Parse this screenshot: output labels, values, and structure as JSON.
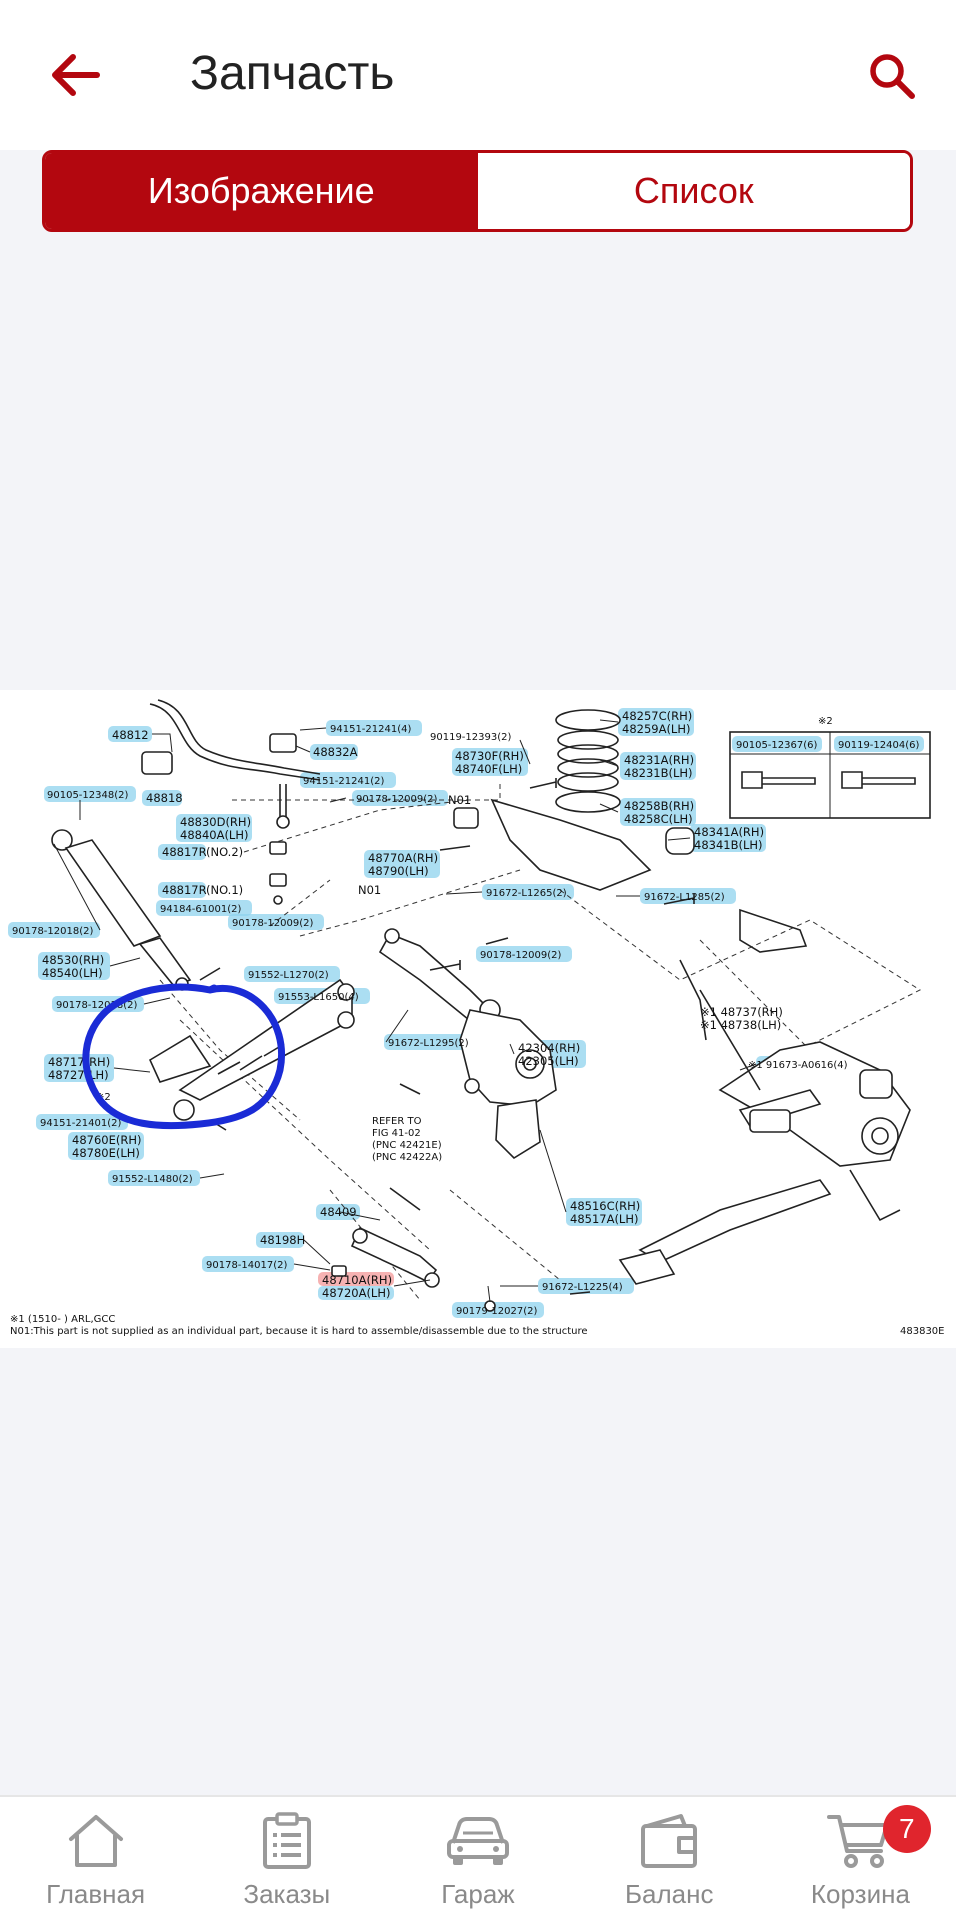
{
  "header": {
    "title": "Запчасть",
    "back_icon": "arrow-left-icon",
    "search_icon": "search-icon"
  },
  "tabs": {
    "image_label": "Изображение",
    "list_label": "Список",
    "active": "image"
  },
  "diagram": {
    "labels": {
      "p48812": "48812",
      "p94151a": "94151-21241(4)",
      "p48832a": "48832A",
      "p90119": "90119-12393(2)",
      "p48257c": "48257C(RH)",
      "p48259a": "48259A(LH)",
      "p90105b": "90105-12367(6)",
      "p90119b": "90119-12404(6)",
      "p48818": "48818",
      "p94151b": "94151-21241(2)",
      "p48730f": "48730F(RH)",
      "p48740f": "48740F(LH)",
      "p48231a": "48231A(RH)",
      "p48231b": "48231B(LH)",
      "p90105a": "90105-12348(2)",
      "p90178a": "90178-12009(2)",
      "n01a": "N01",
      "p48258b": "48258B(RH)",
      "p48258c": "48258C(LH)",
      "p48830d": "48830D(RH)",
      "p48840a": "48840A(LH)",
      "p48341a": "48341A(RH)",
      "p48341b": "48341B(LH)",
      "p48817r1": "48817R",
      "no2": "(NO.2)",
      "p48770a": "48770A(RH)",
      "p48790": "48790(LH)",
      "p91672a": "91672-L1285(2)",
      "p48817r2": "48817R",
      "no1": "(NO.1)",
      "n01b": "N01",
      "p91672b": "91672-L1265(2)",
      "p90178b": "90178-12018(2)",
      "p94184": "94184-61001(2)",
      "p90178c": "90178-12009(2)",
      "p90178d": "90178-12009(2)",
      "p48530": "48530(RH)",
      "p48540": "48540(LH)",
      "p91552a": "91552-L1270(2)",
      "p91553": "91553-L1650(4)",
      "p90178e": "90178-12018(2)",
      "p48737": "※1 48737(RH)",
      "p48738": "※1 48738(LH)",
      "p91672c": "91672-L1295(2)",
      "p48717": "48717(RH)",
      "p48727": "48727(LH)",
      "p42304": "42304(RH)",
      "p42305": "42305(LH)",
      "p91673": "※1 91673-A0616(4)",
      "note2a": "※2",
      "note2b": "※2",
      "p94151c": "94151-21401(2)",
      "p48760e": "48760E(RH)",
      "p48780e": "48780E(LH)",
      "refer1": "REFER TO",
      "refer2": "FIG 41-02",
      "refer3": "(PNC 42421E)",
      "refer4": "(PNC 42422A)",
      "p91552b": "91552-L1480(2)",
      "p48516c": "48516C(RH)",
      "p48517a": "48517A(LH)",
      "p48409": "48409",
      "p48198h": "48198H",
      "p90178f": "90178-14017(2)",
      "p48710a": "48710A(RH)",
      "p48720a": "48720A(LH)",
      "p91672d": "91672-L1225(4)",
      "p90179": "90179-12027(2)",
      "foot1": "※1 (1510-      ) ARL,GCC",
      "foot2": "N01:This part is not supplied as an individual part, because it is hard to assemble/disassemble due to the structure",
      "figno": "483830E"
    }
  },
  "nav": {
    "items": [
      {
        "label": "Главная",
        "icon": "home-icon"
      },
      {
        "label": "Заказы",
        "icon": "orders-clipboard-icon"
      },
      {
        "label": "Гараж",
        "icon": "car-icon"
      },
      {
        "label": "Баланс",
        "icon": "wallet-icon"
      },
      {
        "label": "Корзина",
        "icon": "cart-icon"
      }
    ],
    "cart_badge": "7"
  },
  "colors": {
    "brand_red": "#b3070f",
    "badge_red": "#e0252d",
    "highlight_blue": "#8fd3ee",
    "annotation_blue": "#1a2bd6"
  }
}
